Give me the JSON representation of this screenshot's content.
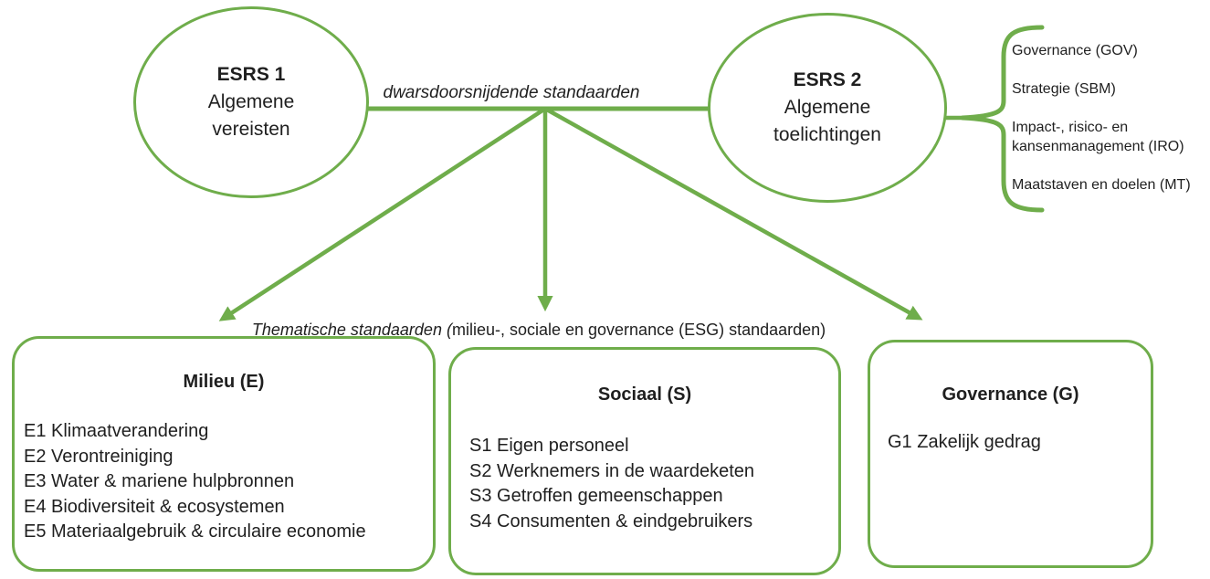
{
  "colors": {
    "accent_green": "#6FAD4B",
    "text": "#1f1f1f",
    "background": "#ffffff"
  },
  "nodes": {
    "esrs1": {
      "title": "ESRS 1",
      "subtitle_line1": "Algemene",
      "subtitle_line2": "vereisten"
    },
    "esrs2": {
      "title": "ESRS 2",
      "subtitle_line1": "Algemene",
      "subtitle_line2": "toelichtingen"
    }
  },
  "connector_label": "dwarsdoorsnijdende standaarden",
  "thematic_label": {
    "italic_part": "Thematische standaarden (",
    "regular_part": "milieu-, sociale en governance (ESG) standaarden)"
  },
  "esrs2_breakdown": {
    "items": [
      "Governance (GOV)",
      "Strategie (SBM)",
      "Impact-, risico- en kansenmanagement (IRO)",
      "Maatstaven en doelen (MT)"
    ]
  },
  "boxes": [
    {
      "title": "Milieu (E)",
      "items": [
        "E1 Klimaatverandering",
        "E2 Verontreiniging",
        "E3 Water & mariene hulpbronnen",
        "E4 Biodiversiteit & ecosystemen",
        "E5 Materiaalgebruik & circulaire economie"
      ]
    },
    {
      "title": "Sociaal (S)",
      "items": [
        "S1 Eigen personeel",
        "S2 Werknemers in de waardeketen",
        "S3 Getroffen gemeenschappen",
        "S4 Consumenten & eindgebruikers"
      ]
    },
    {
      "title": "Governance (G)",
      "items": [
        "G1 Zakelijk gedrag"
      ]
    }
  ]
}
